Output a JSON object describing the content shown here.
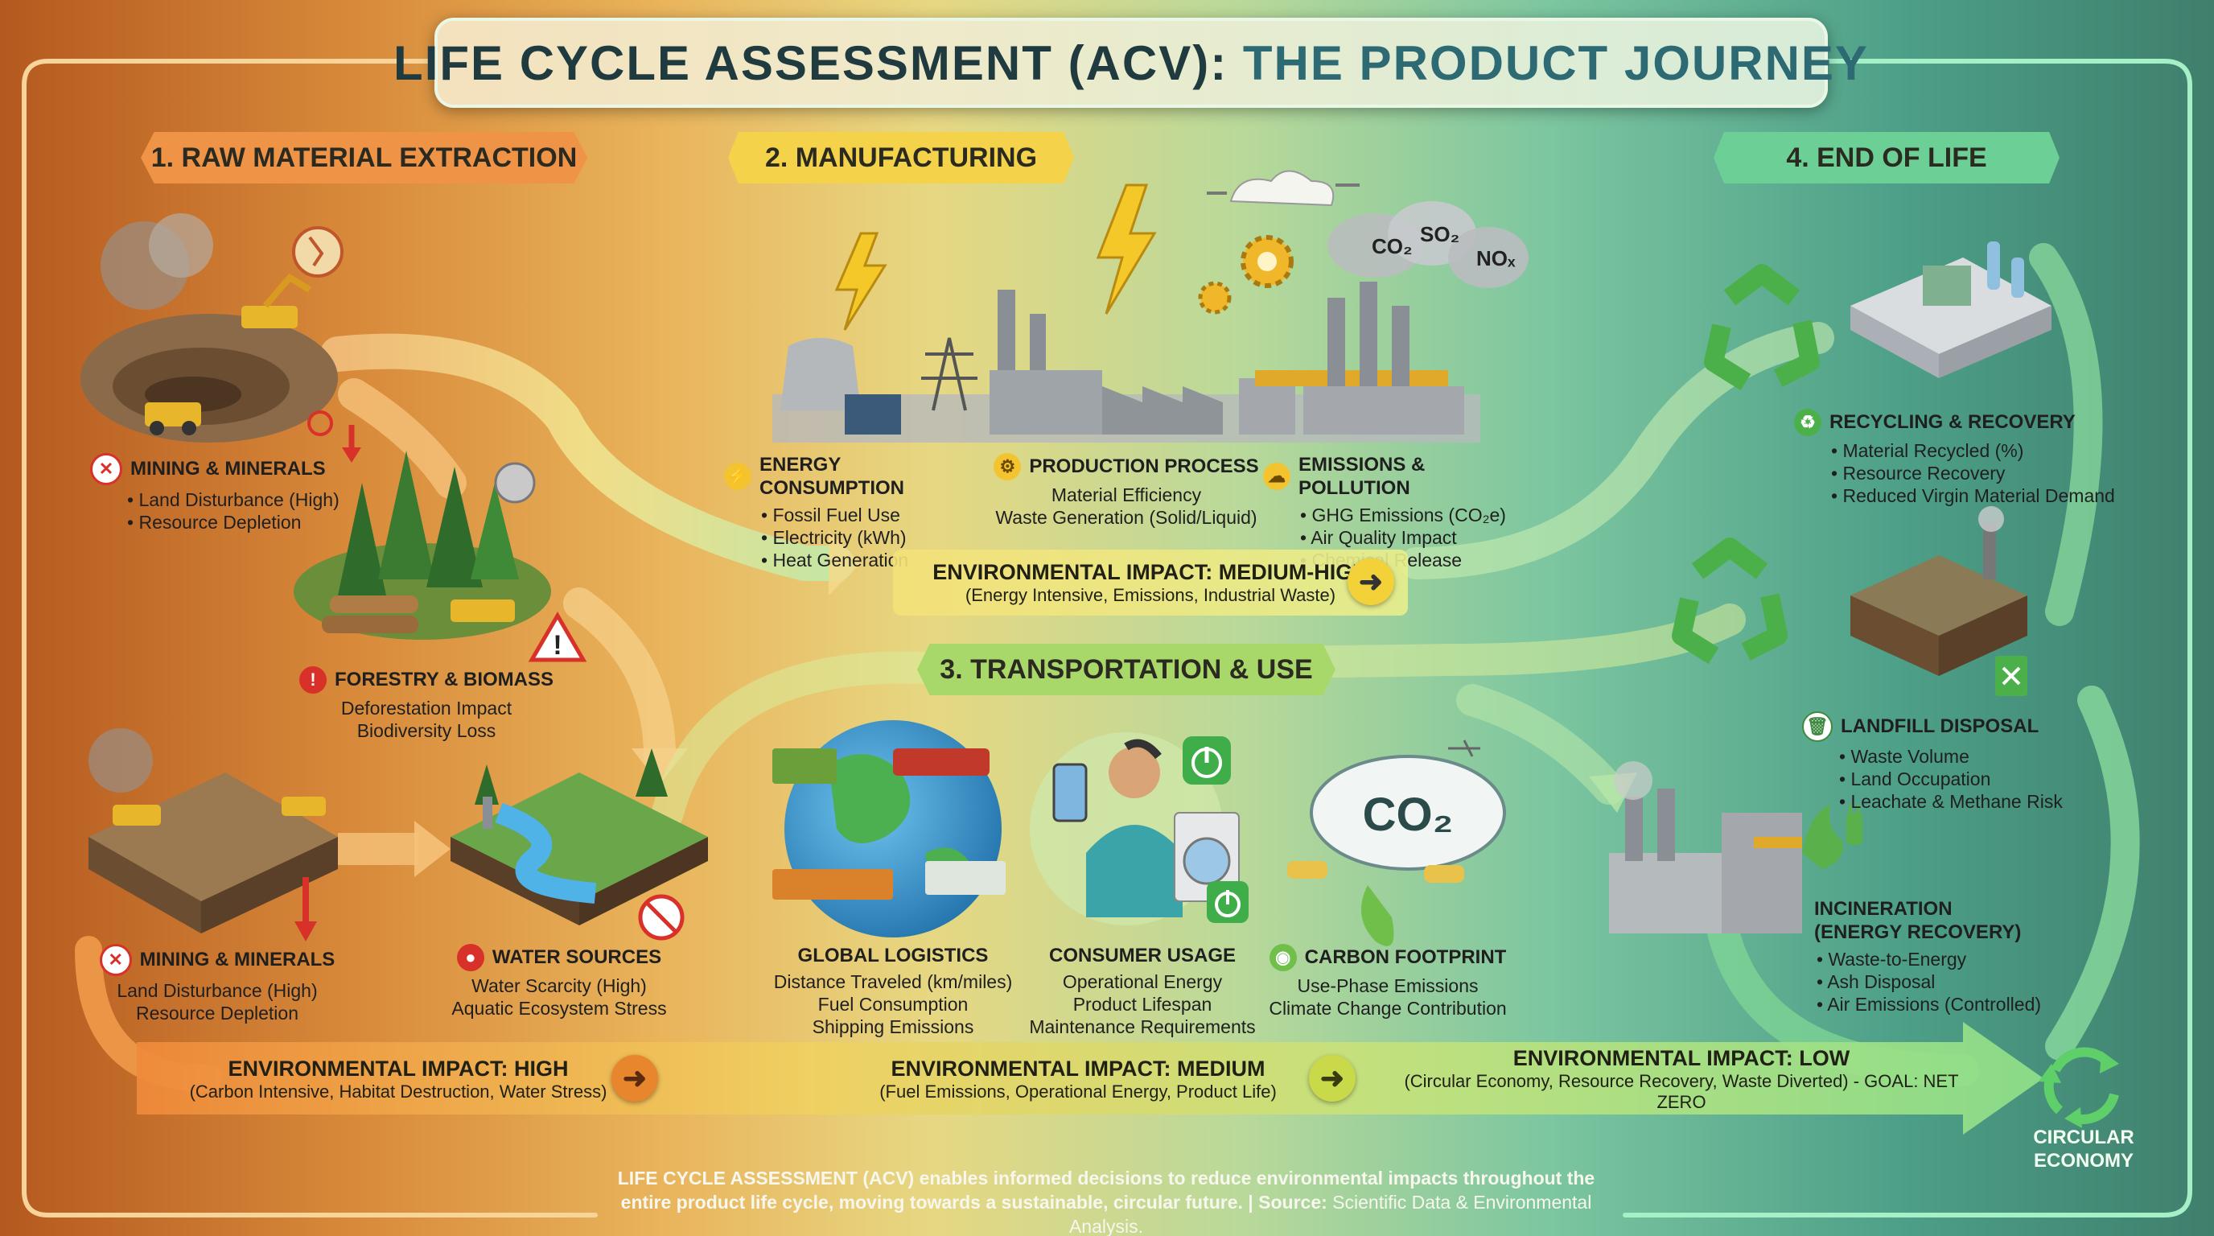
{
  "title": {
    "main": "LIFE CYCLE ASSESSMENT (ACV):",
    "accent": "THE PRODUCT JOURNEY"
  },
  "stages": [
    {
      "label": "1. RAW MATERIAL EXTRACTION"
    },
    {
      "label": "2. MANUFACTURING"
    },
    {
      "label": "3. TRANSPORTATION & USE"
    },
    {
      "label": "4. END OF LIFE"
    }
  ],
  "raw": {
    "mining_top": {
      "title": "MINING & MINERALS",
      "items": [
        "Land Disturbance (High)",
        "Resource Depletion"
      ]
    },
    "forestry": {
      "title": "FORESTRY & BIOMASS",
      "items": [
        "Deforestation Impact",
        "Biodiversity Loss"
      ]
    },
    "mining_bottom": {
      "title": "MINING & MINERALS",
      "items": [
        "Land Disturbance (High)",
        "Resource Depletion"
      ]
    },
    "water": {
      "title": "WATER SOURCES",
      "items": [
        "Water Scarcity (High)",
        "Aquatic Ecosystem Stress"
      ]
    }
  },
  "manufacturing": {
    "energy": {
      "title": "ENERGY CONSUMPTION",
      "items": [
        "Fossil Fuel Use",
        "Electricity (kWh)",
        "Heat Generation"
      ]
    },
    "production": {
      "title": "PRODUCTION PROCESS",
      "items": [
        "Material Efficiency",
        "Waste Generation (Solid/Liquid)"
      ]
    },
    "emissions": {
      "title": "EMISSIONS & POLLUTION",
      "items": [
        "GHG Emissions (CO₂e)",
        "Air Quality Impact",
        "Chemical Release"
      ]
    },
    "cloud_labels": [
      "CO₂",
      "SO₂",
      "NOₓ"
    ]
  },
  "transport": {
    "logistics": {
      "title": "GLOBAL LOGISTICS",
      "items": [
        "Distance Traveled (km/miles)",
        "Fuel Consumption",
        "Shipping Emissions"
      ]
    },
    "consumer": {
      "title": "CONSUMER USAGE",
      "items": [
        "Operational Energy",
        "Product Lifespan",
        "Maintenance Requirements"
      ]
    },
    "carbon": {
      "title": "CARBON FOOTPRINT",
      "items": [
        "Use-Phase Emissions",
        "Climate Change Contribution"
      ]
    },
    "cloud_label": "CO₂"
  },
  "end_of_life": {
    "recycling": {
      "title": "RECYCLING & RECOVERY",
      "items": [
        "Material Recycled (%)",
        "Resource Recovery",
        "Reduced Virgin Material Demand"
      ]
    },
    "landfill": {
      "title": "LANDFILL DISPOSAL",
      "items": [
        "Waste Volume",
        "Land Occupation",
        "Leachate & Methane Risk"
      ]
    },
    "incineration": {
      "title_line1": "INCINERATION",
      "title_line2": "(ENERGY RECOVERY)",
      "items": [
        "Waste-to-Energy",
        "Ash Disposal",
        "Air Emissions (Controlled)"
      ]
    }
  },
  "impacts": {
    "manufacturing": {
      "title": "ENVIRONMENTAL IMPACT: MEDIUM-HIGH",
      "sub": "(Energy Intensive, Emissions, Industrial Waste)"
    },
    "raw": {
      "title": "ENVIRONMENTAL IMPACT: HIGH",
      "sub": "(Carbon Intensive, Habitat Destruction, Water Stress)"
    },
    "transport": {
      "title": "ENVIRONMENTAL IMPACT: MEDIUM",
      "sub": "(Fuel Emissions, Operational Energy, Product Life)"
    },
    "end": {
      "title": "ENVIRONMENTAL IMPACT: LOW",
      "sub": "(Circular Economy, Resource Recovery, Waste Diverted) - GOAL: NET ZERO"
    }
  },
  "circular": {
    "line1": "CIRCULAR",
    "line2": "ECONOMY"
  },
  "footer": {
    "bold": "LIFE CYCLE ASSESSMENT (ACV) enables informed decisions to reduce environmental impacts throughout the entire product life cycle, moving towards a sustainable, circular future. | Source:",
    "source": "Scientific Data & Environmental Analysis."
  },
  "colors": {
    "raw": "#e8893a",
    "manufacturing": "#f2cf46",
    "transport": "#9fd36a",
    "end": "#5fc98f",
    "impact_high": "#e07a3a",
    "impact_medium": "#d6e466",
    "impact_low": "#7fd48a"
  }
}
